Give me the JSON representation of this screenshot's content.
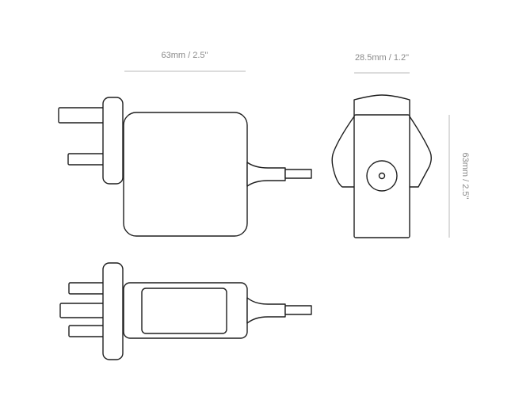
{
  "dimensions": {
    "width_label": "63mm / 2.5\"",
    "depth_label": "28.5mm / 1.2\"",
    "height_label": "63mm / 2.5\""
  },
  "colors": {
    "outline": "#1e1e1e",
    "dimension_text": "#8a8a8a",
    "dimension_line": "#b8b8b8",
    "background": "#ffffff"
  }
}
